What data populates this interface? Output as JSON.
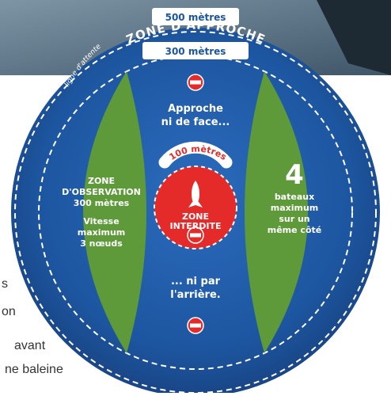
{
  "labels": {
    "outer_distance": "500 mètres",
    "waiting_line": "ligne d'attente",
    "approach_zone": "ZONE D'APPROCHE",
    "inner_distance": "300 mètres",
    "front_text_1": "Approche",
    "front_text_2": "ni de face...",
    "rear_text_1": "... ni par",
    "rear_text_2": "l'arrière.",
    "forbidden_distance": "100 mètres",
    "forbidden_line_1": "ZONE",
    "forbidden_line_2": "INTERDITE",
    "observation_title_1": "ZONE",
    "observation_title_2": "D'OBSERVATION",
    "observation_distance": "300 mètres",
    "speed_line_1": "Vitesse",
    "speed_line_2": "maximum",
    "speed_line_3": "3 nœuds",
    "boats_number": "4",
    "boats_line_1": "bateaux",
    "boats_line_2": "maximum",
    "boats_line_3": "sur un",
    "boats_line_4": "même côté"
  },
  "background_text": {
    "fragment_1": "s",
    "fragment_2": "on",
    "fragment_3": "avant",
    "fragment_4": "ne baleine"
  },
  "icons": {
    "prohibited": "no-entry-icon",
    "whale": "whale-silhouette-icon"
  },
  "colors": {
    "sea_outer": "#1d56a0",
    "sea_inner": "#1a4d95",
    "observation_green": "#5e9a3a",
    "forbidden_red": "#e52a2a",
    "marker_red": "#e52a2a",
    "label_white": "#ffffff"
  }
}
